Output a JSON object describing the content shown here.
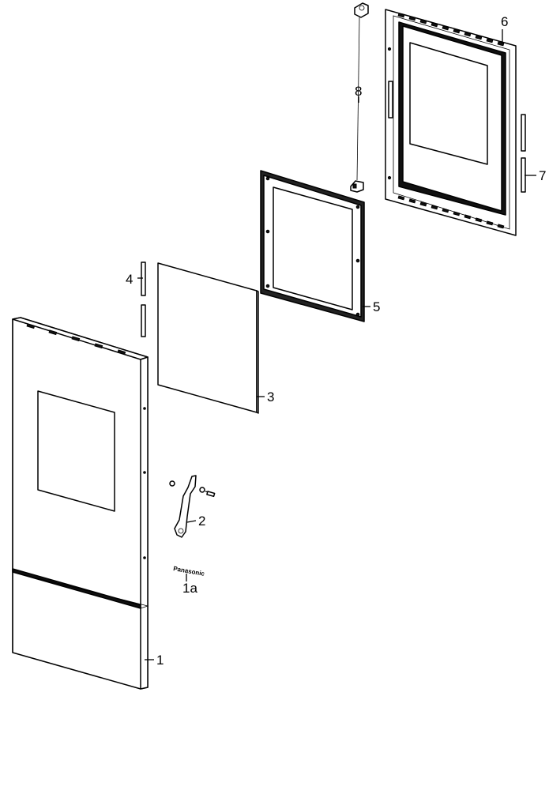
{
  "callouts": {
    "p1": "1",
    "p1a": "1a",
    "p2": "2",
    "p3": "3",
    "p4": "4",
    "p5": "5",
    "p6": "6",
    "p7": "7",
    "p8": "8"
  },
  "logo_text": "Panasonic"
}
